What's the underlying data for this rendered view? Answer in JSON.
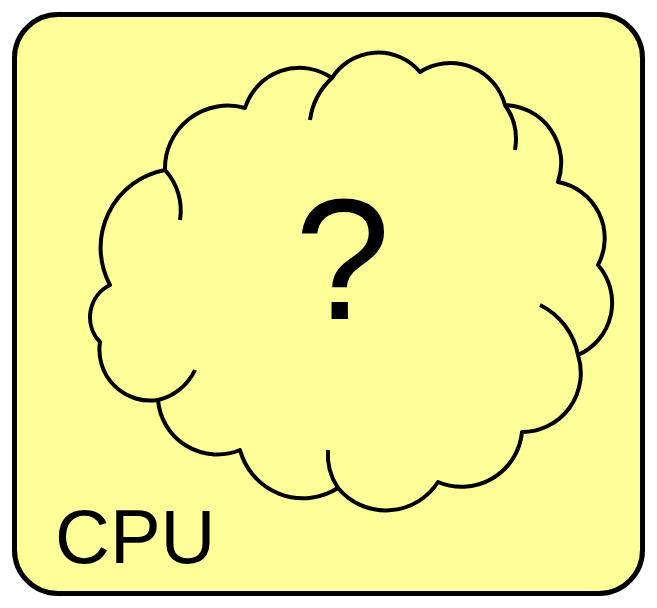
{
  "diagram": {
    "nodes": [
      {
        "text": [
          "CPU"
        ]
      },
      {
        "text": [
          "?"
        ],
        "in": 0
      }
    ]
  }
}
